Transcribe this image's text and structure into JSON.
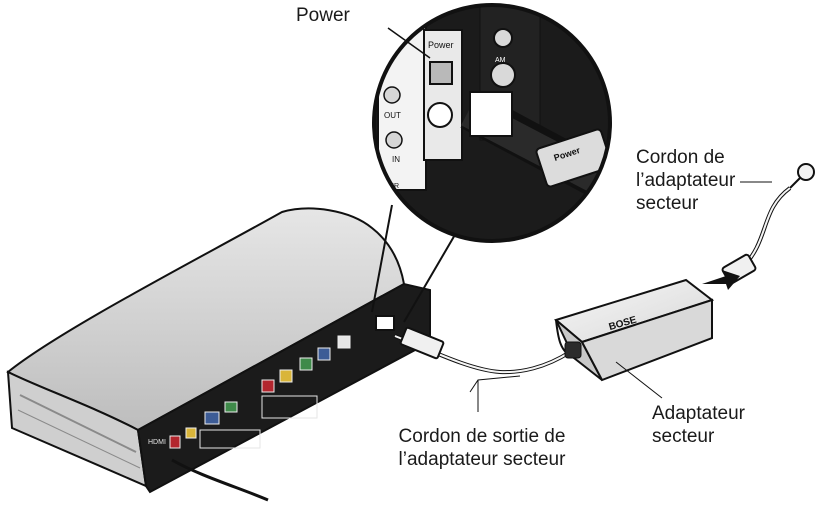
{
  "labels": {
    "power": "Power",
    "power_cord": [
      "Cordon de",
      "l’adaptateur",
      "secteur"
    ],
    "power_adapter": [
      "Adaptateur",
      "secteur"
    ],
    "output_cord": [
      "Cordon de sortie de",
      "l’adaptateur secteur"
    ]
  },
  "device_markings": {
    "panel_power": "Power",
    "plug_power": "Power",
    "out": "OUT",
    "in": "IN",
    "ir": "IR",
    "am": "AM",
    "adapter_brand": "BOSE",
    "hdmi": "HDMI"
  },
  "colors": {
    "line": "#111111",
    "console_top": "#d7d7d7",
    "console_dark": "#1b1b1b",
    "adapter_top": "#f2f2f2",
    "adapter_side": "#d9d9d9",
    "connector_red": "#b3262e",
    "connector_yellow": "#d9b53a",
    "connector_green": "#3f8a4a",
    "connector_blue": "#3d5c96"
  }
}
